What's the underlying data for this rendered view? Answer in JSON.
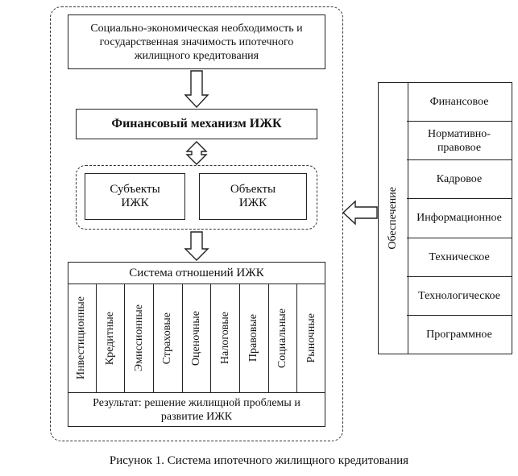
{
  "diagram": {
    "top_box": "Социально-экономическая необходимость и государственная значимость ипотечного жилищного кредитования",
    "mechanism": "Финансовый механизм ИЖК",
    "subjects": "Субъекты ИЖК",
    "objects": "Объекты ИЖК",
    "relations_title": "Система отношений ИЖК",
    "relations": [
      "Инвестиционные",
      "Кредитные",
      "Эмиссионные",
      "Страховые",
      "Оценочные",
      "Налоговые",
      "Правовые",
      "Социальные",
      "Рыночные"
    ],
    "result": "Результат: решение жилищной проблемы и развитие ИЖК",
    "support_label": "Обеспечение",
    "support_items": [
      "Финансовое",
      "Нормативно-правовое",
      "Кадровое",
      "Информационное",
      "Техническое",
      "Технологическое",
      "Программное"
    ]
  },
  "caption": "Рисунок 1. Система ипотечного жилищного кредитования"
}
